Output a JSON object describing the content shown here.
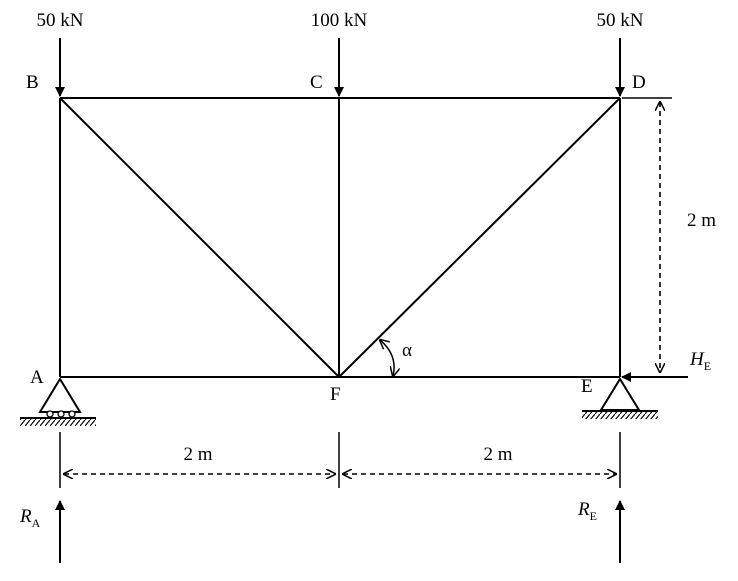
{
  "nodes": {
    "A": "A",
    "B": "B",
    "C": "C",
    "D": "D",
    "E": "E",
    "F": "F"
  },
  "loads": {
    "B": "50 kN",
    "C": "100 kN",
    "D": "50 kN"
  },
  "dimensions": {
    "height": "2 m",
    "left_span": "2 m",
    "right_span": "2 m"
  },
  "angle": "α",
  "reactions": {
    "RA": {
      "symbol": "R",
      "sub": "A"
    },
    "RE": {
      "symbol": "R",
      "sub": "E"
    },
    "HE": {
      "symbol": "H",
      "sub": "E"
    }
  }
}
